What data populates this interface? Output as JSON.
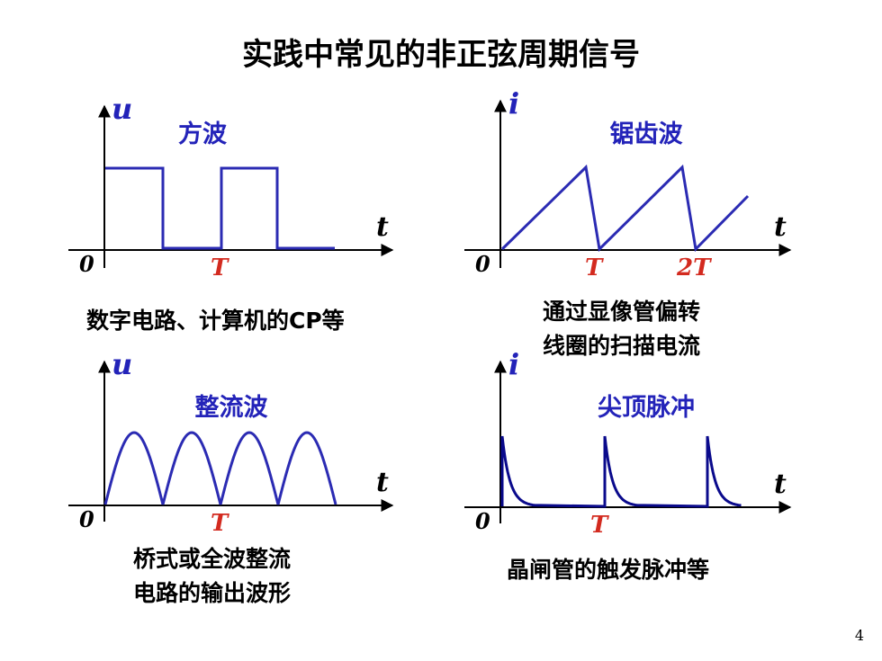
{
  "slide": {
    "title": "实践中常见的非正弦周期信号",
    "page_number": "4"
  },
  "panels": {
    "square": {
      "name": "方波",
      "y_var": "u",
      "x_var": "t",
      "origin": "0",
      "ticks": [
        "T"
      ],
      "caption_lines": [
        "数字电路、计算机的CP等"
      ]
    },
    "sawtooth": {
      "name": "锯齿波",
      "y_var": "i",
      "x_var": "t",
      "origin": "0",
      "ticks": [
        "T",
        "2T"
      ],
      "caption_lines": [
        "通过显像管偏转",
        "线圈的扫描电流"
      ]
    },
    "rectified": {
      "name": "整流波",
      "y_var": "u",
      "x_var": "t",
      "origin": "0",
      "ticks": [
        "T"
      ],
      "caption_lines": [
        "桥式或全波整流",
        "电路的输出波形"
      ]
    },
    "spike": {
      "name": "尖顶脉冲",
      "y_var": "i",
      "x_var": "t",
      "origin": "0",
      "ticks": [
        "T"
      ],
      "caption_lines": [
        "晶闸管的触发脉冲等"
      ]
    }
  },
  "colors": {
    "wave_label": "#2323b9",
    "wave_line": "#2b2bb3",
    "period_label": "#d32a1f",
    "axis": "#000000"
  }
}
